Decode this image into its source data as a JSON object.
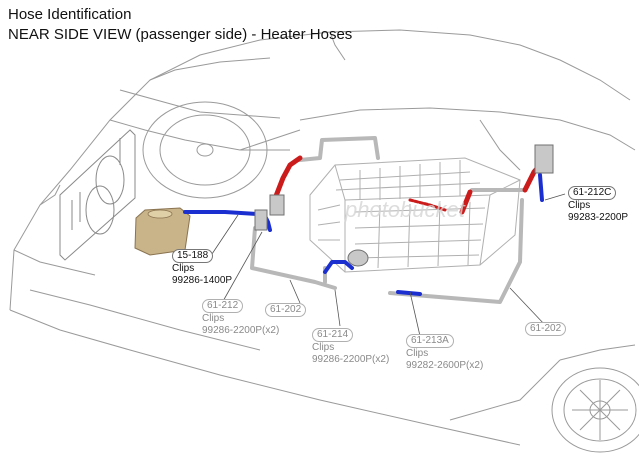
{
  "header": {
    "title": "Hose Identification",
    "subtitle": "NEAR SIDE VIEW (passenger side) - Heater Hoses"
  },
  "colors": {
    "outline": "#9a9a9a",
    "pipe": "#b8b8b8",
    "hose_red": "#cc1b1b",
    "hose_blue": "#1b2fd0",
    "tank": "#c9b48a"
  },
  "callouts": [
    {
      "code": "15-188",
      "clips_label": "Clips",
      "clips": "99286-1400P"
    },
    {
      "code": "61-212",
      "clips_label": "Clips",
      "clips": "99286-2200P(x2)"
    },
    {
      "code": "61-202"
    },
    {
      "code": "61-214",
      "clips_label": "Clips",
      "clips": "99286-2200P(x2)"
    },
    {
      "code": "61-213A",
      "clips_label": "Clips",
      "clips": "99282-2600P(x2)"
    },
    {
      "code": "61-202"
    },
    {
      "code": "61-212C",
      "clips_label": "Clips",
      "clips": "99283-2200P"
    }
  ],
  "watermark": "photobucket"
}
